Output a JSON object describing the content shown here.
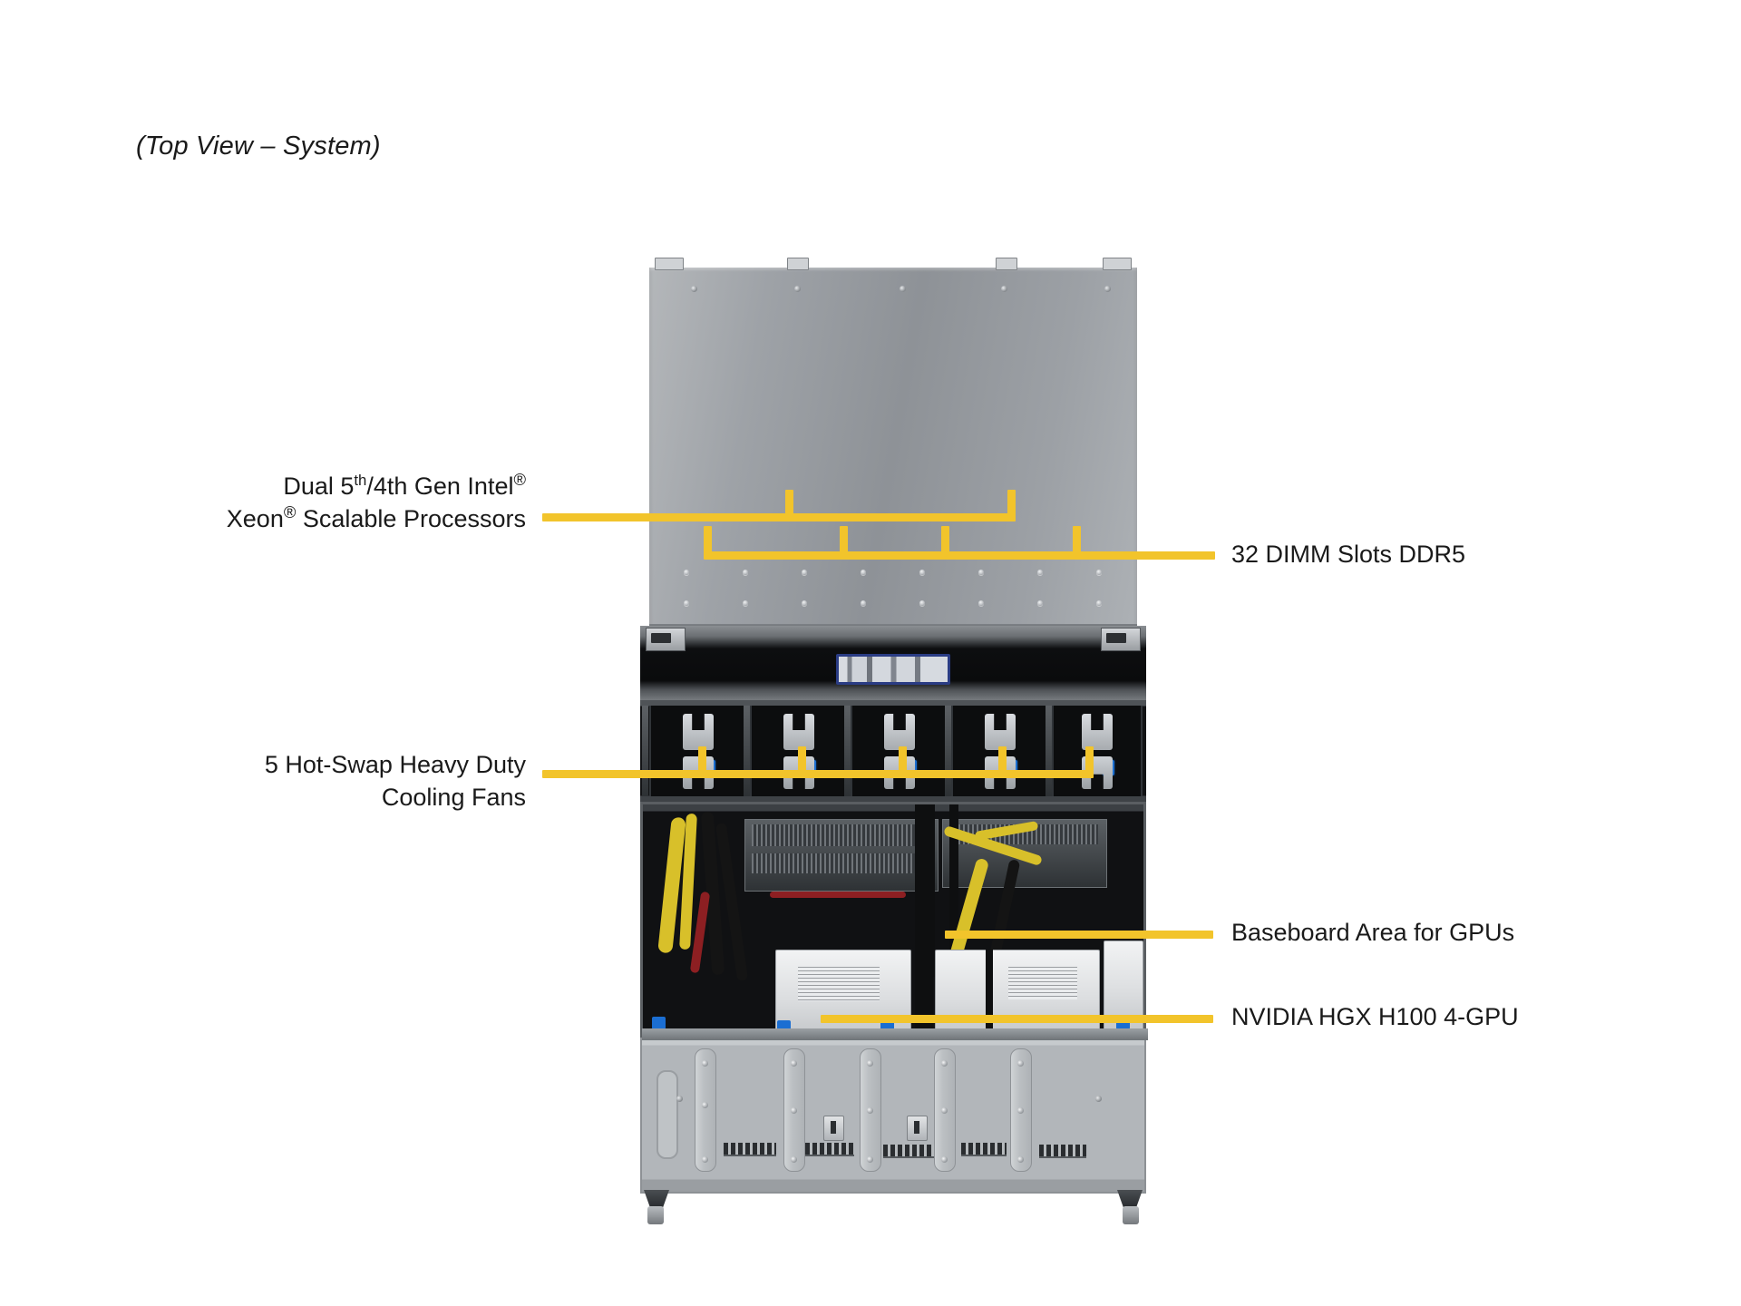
{
  "page": {
    "title": "(Top View – System)",
    "accent_yellow": "#f2c42b",
    "text_color": "#1a1a1a",
    "background": "#ffffff"
  },
  "callouts": {
    "cpu": {
      "line1_prefix": "Dual 5",
      "line1_sup": "th",
      "line1_mid": "/4th Gen Intel",
      "line1_reg": "®",
      "line2_prefix": "Xeon",
      "line2_reg": "®",
      "line2_suffix": " Scalable Processors",
      "plain": "Dual 5th/4th Gen Intel® Xeon® Scalable Processors"
    },
    "dimm": {
      "text": "32 DIMM Slots DDR5"
    },
    "fans": {
      "line1": "5 Hot-Swap Heavy Duty",
      "line2": "Cooling Fans",
      "plain": "5 Hot-Swap Heavy Duty Cooling Fans"
    },
    "baseboard": {
      "text": "Baseboard Area for GPUs"
    },
    "gpu": {
      "text": "NVIDIA HGX H100 4-GPU"
    }
  },
  "product": {
    "component_counts": {
      "cooling_fans": 5,
      "dimm_slots": 32,
      "cpu_sockets": 2,
      "gpus": 4
    }
  }
}
